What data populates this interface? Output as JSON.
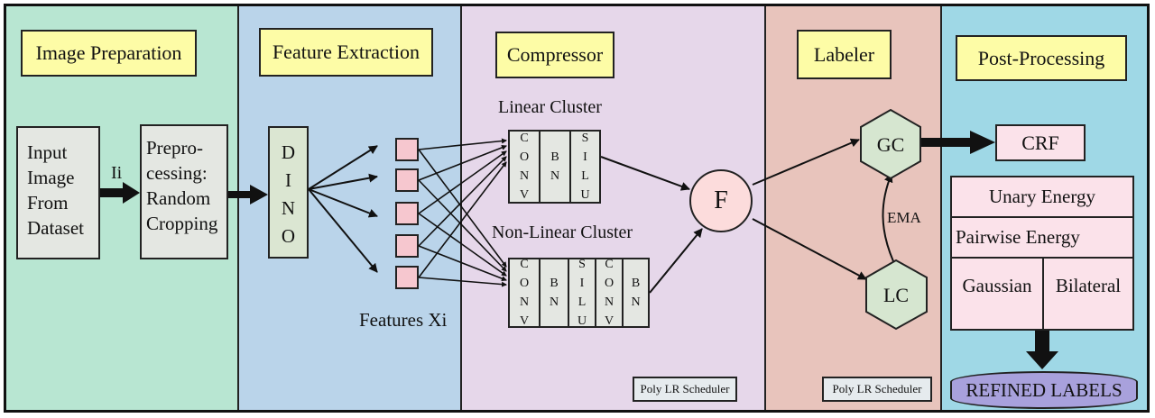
{
  "panels": {
    "image_preparation": {
      "title": "Image Preparation",
      "color": "#b8e6d2"
    },
    "feature_extraction": {
      "title": "Feature Extraction",
      "color": "#bad4ea"
    },
    "compressor": {
      "title": "Compressor",
      "color": "#e6d7ea"
    },
    "labeler": {
      "title": "Labeler",
      "color": "#e8c4bc"
    },
    "post_processing": {
      "title": "Post-Processing",
      "color": "#9fd8e6"
    }
  },
  "input_image": {
    "line1": "Input",
    "line2": "Image",
    "line3": "From",
    "line4": "Dataset"
  },
  "edge_label_ii": "Ii",
  "preprocessing": {
    "line1": "Prepro-",
    "line2": "cessing:",
    "line3": "Random",
    "line4": "Cropping"
  },
  "dino": [
    "D",
    "I",
    "N",
    "O"
  ],
  "features_label": "Features Xi",
  "linear_cluster": {
    "title": "Linear Cluster",
    "cells": [
      [
        "C",
        "O",
        "N",
        "V"
      ],
      [
        "B",
        "N"
      ],
      [
        "S",
        "I",
        "L",
        "U"
      ]
    ]
  },
  "nonlinear_cluster": {
    "title": "Non-Linear Cluster",
    "cells": [
      [
        "C",
        "O",
        "N",
        "V"
      ],
      [
        "B",
        "N"
      ],
      [
        "S",
        "I",
        "L",
        "U"
      ],
      [
        "C",
        "O",
        "N",
        "V"
      ],
      [
        "B",
        "N"
      ]
    ]
  },
  "fusion_node": "F",
  "scheduler_compressor": "Poly LR Scheduler",
  "scheduler_labeler": "Poly LR Scheduler",
  "gc_node": "GC",
  "lc_node": "LC",
  "ema_label": "EMA",
  "crf": "CRF",
  "unary_energy": "Unary Energy",
  "pairwise_energy": "Pairwise Energy",
  "gaussian": "Gaussian",
  "bilateral": "Bilateral",
  "refined_labels": "REFINED LABELS",
  "colors": {
    "box_gray": "#e4e7e2",
    "feature_pink": "#f6c7cf",
    "node_pink": "#fcdcdc",
    "hex_green": "#d6e6d0",
    "energy_pink": "#fbe2ea",
    "refined_purple": "#a8a1dc"
  }
}
